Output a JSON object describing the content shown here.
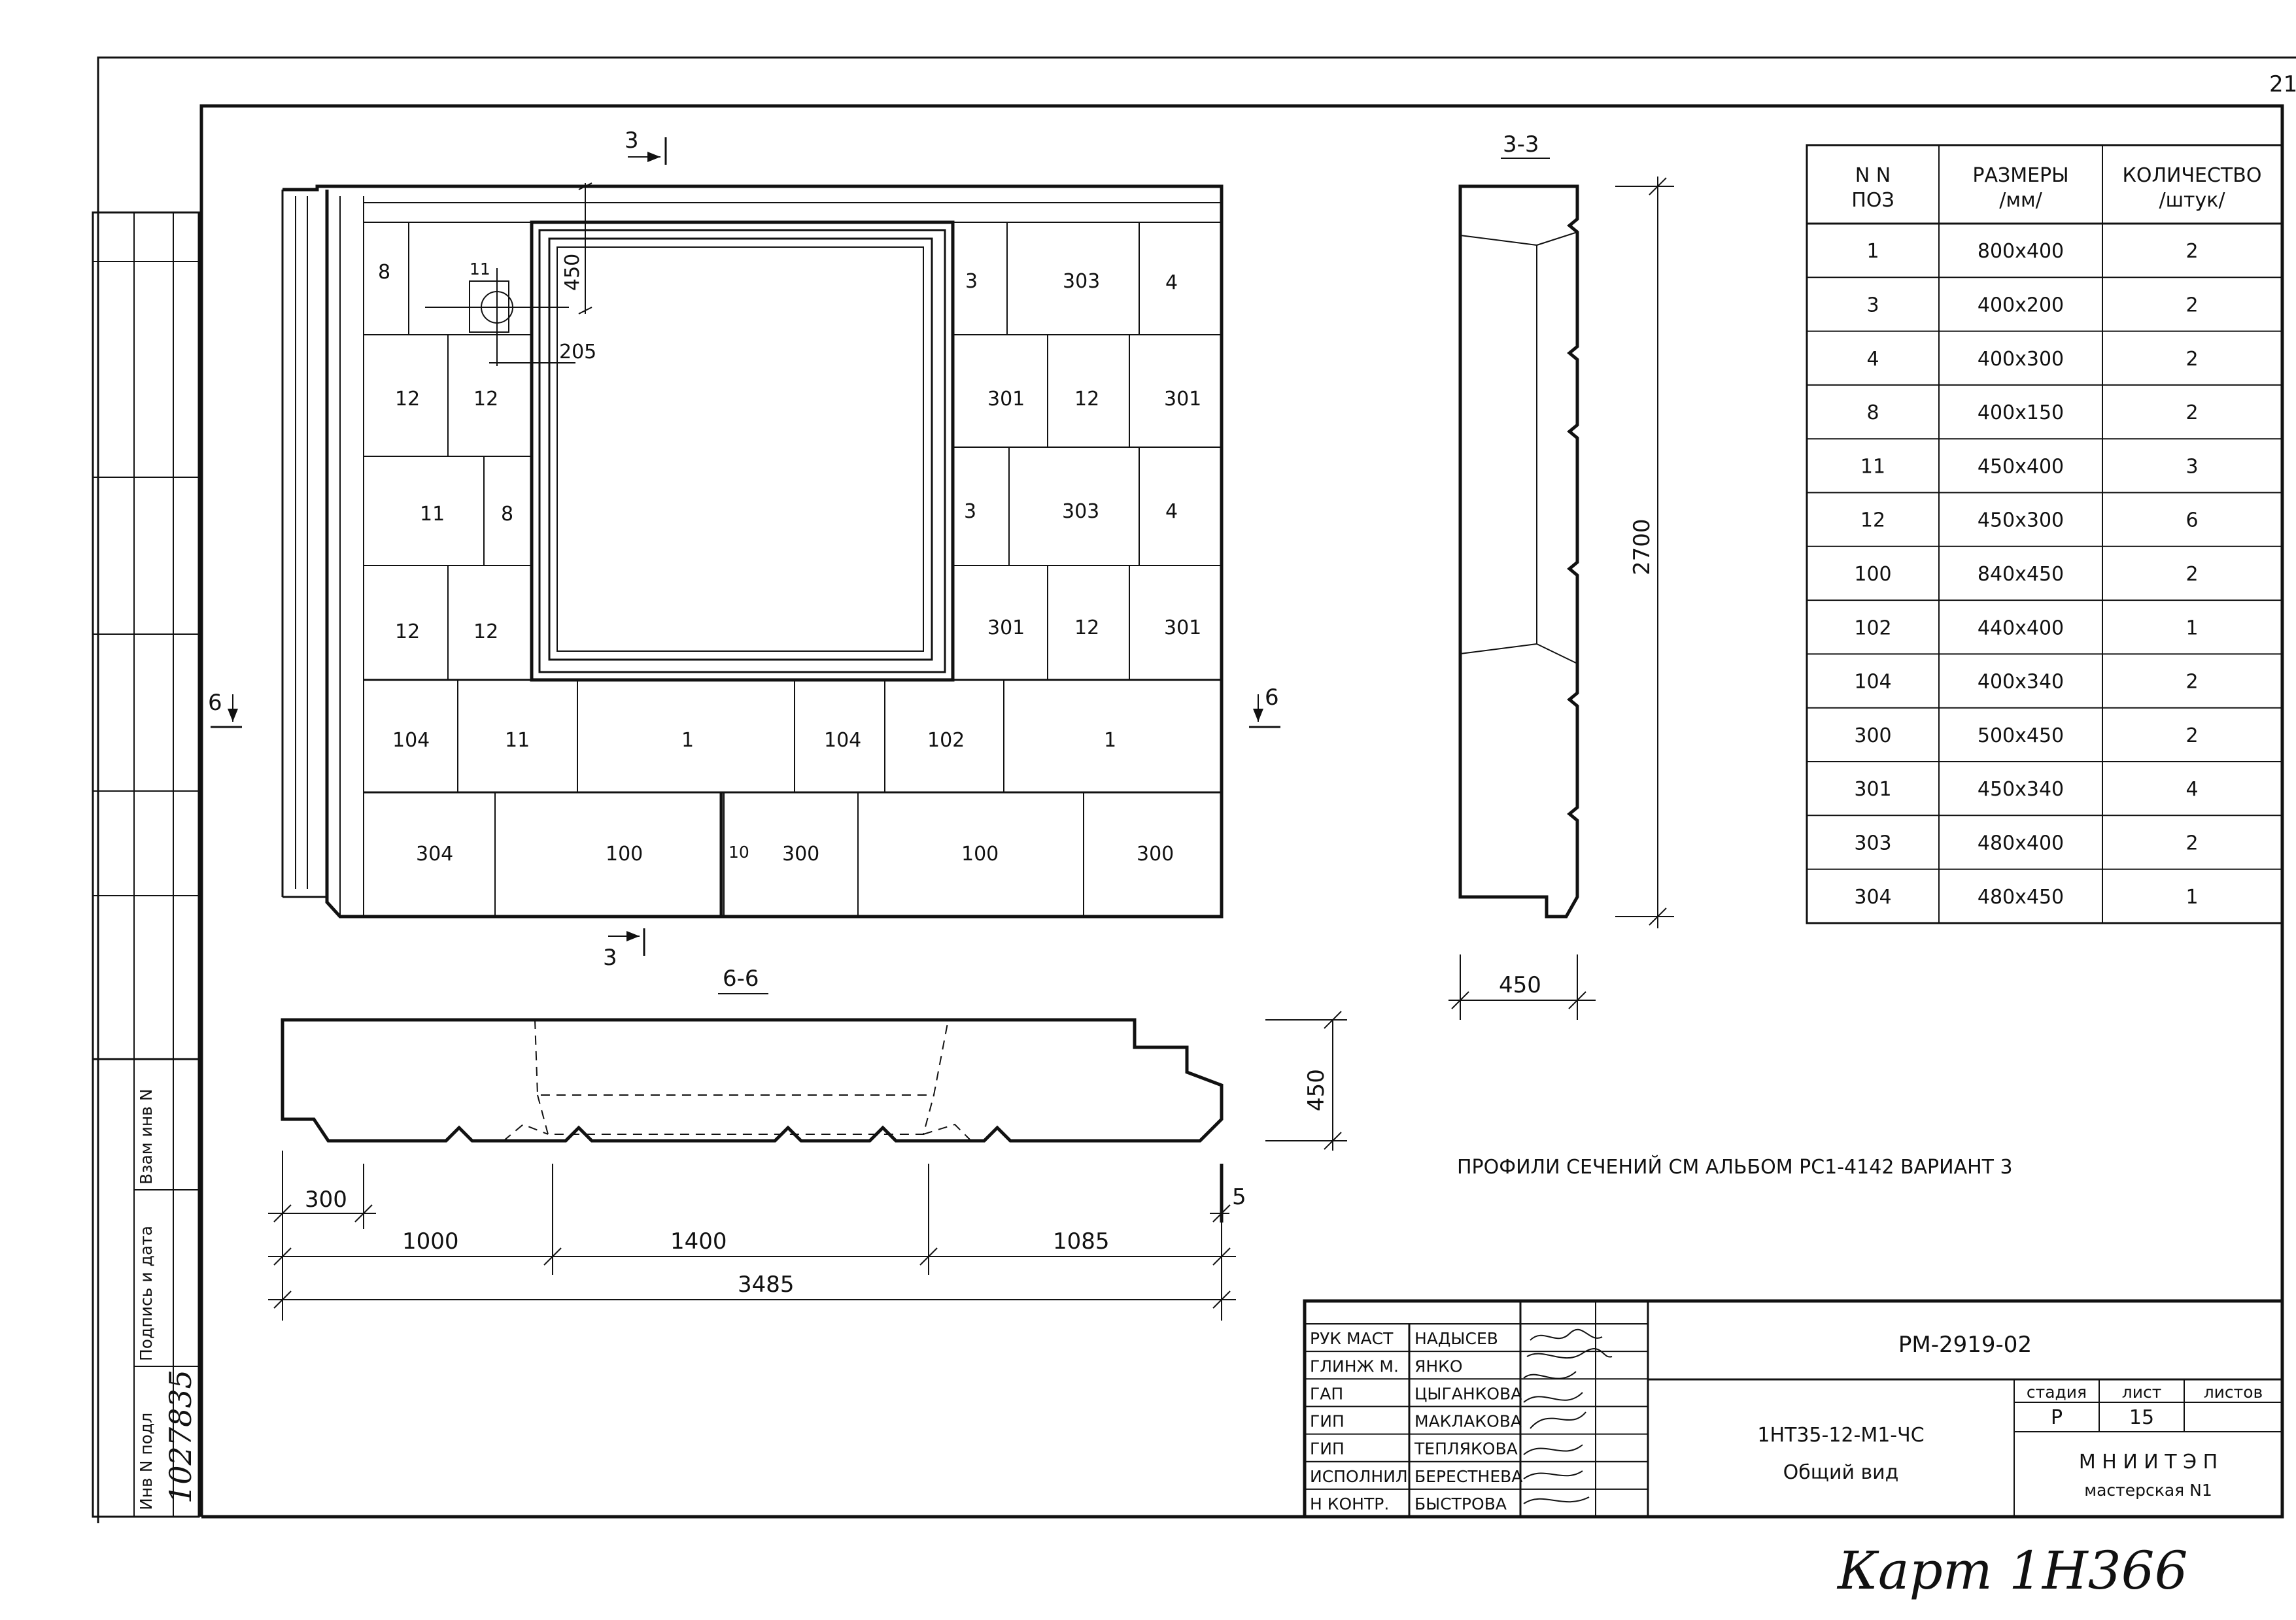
{
  "sheet": {
    "page_number": "21",
    "handwritten_card": "Карт 1Н366"
  },
  "elevation": {
    "panels": [
      {
        "label": "8"
      },
      {
        "label": "11"
      },
      {
        "label": "3"
      },
      {
        "label": "303"
      },
      {
        "label": "4"
      },
      {
        "label": "12"
      },
      {
        "label": "12"
      },
      {
        "label": "301"
      },
      {
        "label": "12"
      },
      {
        "label": "301"
      },
      {
        "label": "11"
      },
      {
        "label": "8"
      },
      {
        "label": "3"
      },
      {
        "label": "303"
      },
      {
        "label": "4"
      },
      {
        "label": "12"
      },
      {
        "label": "12"
      },
      {
        "label": "301"
      },
      {
        "label": "12"
      },
      {
        "label": "301"
      },
      {
        "label": "104"
      },
      {
        "label": "11"
      },
      {
        "label": "1"
      },
      {
        "label": "104"
      },
      {
        "label": "102"
      },
      {
        "label": "1"
      },
      {
        "label": "304"
      },
      {
        "label": "100"
      },
      {
        "label": "10"
      },
      {
        "label": "300"
      },
      {
        "label": "100"
      },
      {
        "label": "300"
      }
    ],
    "dim_450": "450",
    "dim_205": "205",
    "section_33_top": "3",
    "section_33_bottom": "3",
    "section_66_left": "6",
    "section_66_right": "6"
  },
  "section_33": {
    "title": "3-3",
    "height_dim": "2700",
    "width_dim": "450"
  },
  "section_66": {
    "title": "6-6",
    "height_dim": "450",
    "dims": [
      "300",
      "1000",
      "1400",
      "1085",
      "3485",
      "5"
    ]
  },
  "spec_table": {
    "headers": [
      "N N\nПОЗ",
      "РАЗМЕРЫ\n/мм/",
      "КОЛИЧЕСТВО\n/штук/"
    ],
    "rows": [
      [
        "1",
        "800х400",
        "2"
      ],
      [
        "3",
        "400х200",
        "2"
      ],
      [
        "4",
        "400х300",
        "2"
      ],
      [
        "8",
        "400х150",
        "2"
      ],
      [
        "11",
        "450х400",
        "3"
      ],
      [
        "12",
        "450х300",
        "6"
      ],
      [
        "100",
        "840х450",
        "2"
      ],
      [
        "102",
        "440х400",
        "1"
      ],
      [
        "104",
        "400х340",
        "2"
      ],
      [
        "300",
        "500х450",
        "2"
      ],
      [
        "301",
        "450х340",
        "4"
      ],
      [
        "303",
        "480х400",
        "2"
      ],
      [
        "304",
        "480х450",
        "1"
      ]
    ]
  },
  "note": "ПРОФИЛИ СЕЧЕНИЙ СМ  АЛЬБОМ РС1-4142 ВАРИАНТ 3",
  "left_margin": {
    "labels": [
      "Инв N подл",
      "Подпись и дата",
      "Взам инв N"
    ],
    "inv_number": "1027835"
  },
  "title_block": {
    "roles": [
      "РУК МАСТ",
      "ГЛИНЖ М.",
      "ГАП",
      "ГИП",
      "ГИП",
      "ИСПОЛНИЛ",
      "Н КОНТР."
    ],
    "names": [
      "НАДЫСЕВ",
      "ЯНКО",
      "ЦЫГАНКОВА",
      "МАКЛАКОВА",
      "ТЕПЛЯКОВА",
      "БЕРЕСТНЕВА",
      "БЫСТРОВА"
    ],
    "doc_code": "РМ-2919-02",
    "drawing_name": "1НТ35-12-М1-ЧС",
    "drawing_title": "Общий вид",
    "stage_label": "стадия",
    "sheet_label": "лист",
    "sheets_label": "листов",
    "stage": "Р",
    "sheet": "15",
    "org_name": "М Н И И Т Э П",
    "org_unit": "мастерская  N1"
  }
}
